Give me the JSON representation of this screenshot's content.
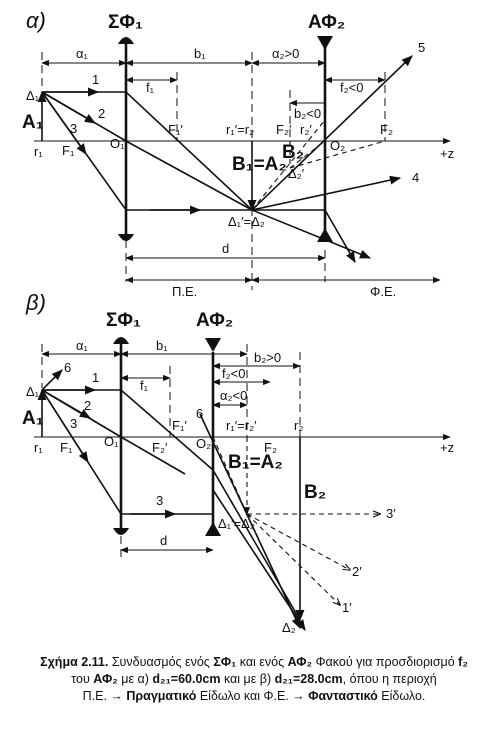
{
  "panel_a": {
    "section": "α)",
    "lens1": "ΣΦ₁",
    "lens2": "ΑΦ₂",
    "a1": "α₁",
    "b1": "b₁",
    "a2": "α₂>0",
    "f1": "f₁",
    "f2": "f₂<0",
    "b2": "b₂<0",
    "Delta1": "Δ₁",
    "A1": "A₁",
    "r1": "r₁",
    "F1": "F₁",
    "O1": "O₁",
    "F1p": "F₁′",
    "r1r2": "r₁′=r₂",
    "F2p": "F₂′",
    "r2p": "r₂′",
    "O2": "O₂",
    "F2": "F₂",
    "B1A2": "B₁=A₂",
    "B2": "B₂",
    "Delta2p": "Δ₂′",
    "D1D2": "Δ₁′=Δ₂",
    "z": "+z",
    "d": "d",
    "PE": "Π.Ε.",
    "FE": "Φ.Ε.",
    "rays": [
      "1",
      "2",
      "3",
      "4",
      "5"
    ]
  },
  "panel_b": {
    "section": "β)",
    "lens1": "ΣΦ₁",
    "lens2": "ΑΦ₂",
    "a1": "α₁",
    "b1": "b₁",
    "b2": "b₂>0",
    "f1": "f₁",
    "f2": "f₂<0",
    "a2": "α₂<0",
    "Delta1": "Δ₁",
    "A1": "A₁",
    "r1": "r₁",
    "F1": "F₁",
    "O1": "O₁",
    "F1p": "F₁′",
    "F2p": "F₂′",
    "O2": "O₂",
    "r1r2": "r₁′=r₂′",
    "r2": "r₂",
    "F2": "F₂",
    "B1A2": "B₁=A₂",
    "B2": "B₂",
    "D1D2": "Δ₁′=Δ₂",
    "Delta2": "Δ₂",
    "z": "+z",
    "d": "d",
    "rays": [
      "1",
      "2",
      "3",
      "6"
    ],
    "rays_virtual": [
      "3′",
      "2′",
      "1′"
    ]
  },
  "caption": {
    "line1_pre": "Σχήμα 2.11.",
    "line1_text": " Συνδυασμός ενός ",
    "sf1": "ΣΦ₁",
    "line1_mid": " και ενός ",
    "af2": "ΑΦ₂",
    "line1_end": " Φακού για προσδιορισμό ",
    "f2sym": "f₂",
    "line2_pre": "του ",
    "af2b": "ΑΦ₂",
    "line2_mid1": " με α) ",
    "d21a": "d₂₁=60.0cm",
    "line2_mid2": " και με β) ",
    "d21b": "d₂₁=28.0cm",
    "line2_end": ", όπου η περιοχή",
    "line3_pe": "Π.Ε. →",
    "line3_real": " Πραγματικό",
    "line3_mid": " Είδωλο και ",
    "line3_fe": "Φ.Ε. →",
    "line3_virt": " Φανταστικό",
    "line3_end": " Είδωλο."
  }
}
